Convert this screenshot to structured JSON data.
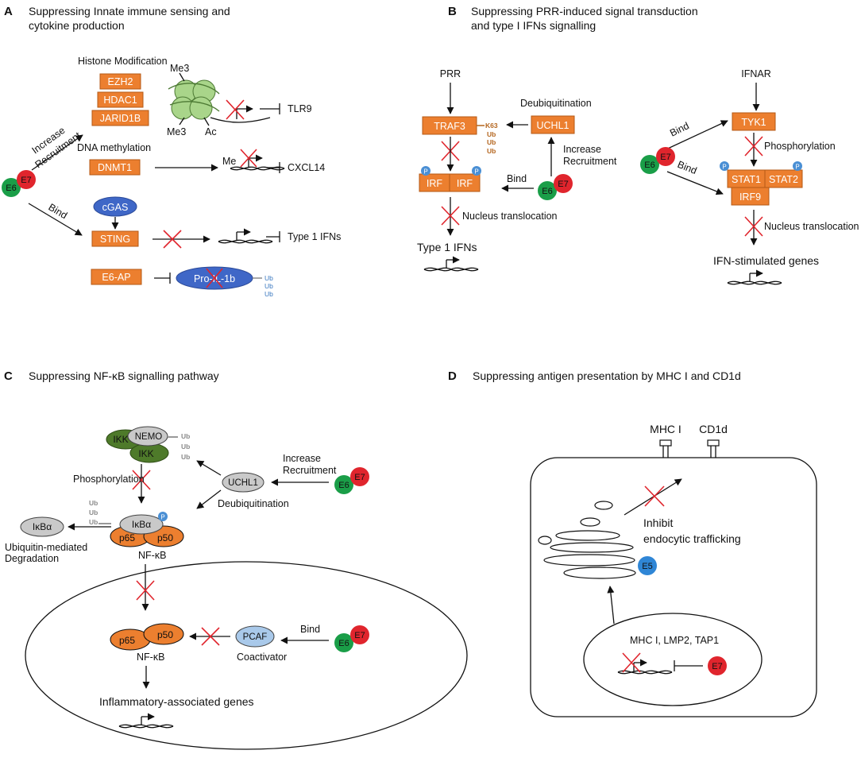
{
  "panels": {
    "a": {
      "letter": "A",
      "title_1": "Suppressing Innate immune sensing and",
      "title_2": "cytokine production",
      "histone_label": "Histone Modification",
      "ezh2": "EZH2",
      "hdac1": "HDAC1",
      "jarid1b": "JARID1B",
      "me3_top": "Me3",
      "me3_bottom": "Me3",
      "ac": "Ac",
      "tlr9": "TLR9",
      "increase": "Increase",
      "recruitment": "Recruitment",
      "dna_methylation": "DNA methylation",
      "dnmt1": "DNMT1",
      "me": "Me",
      "cxcl14": "CXCL14",
      "e6": "E6",
      "e7": "E7",
      "bind": "Bind",
      "cgas": "cGAS",
      "sting": "STING",
      "type1_ifns": "Type 1 IFNs",
      "e6ap": "E6-AP",
      "pro_il1b": "Pro-IL-1b",
      "ub": "Ub"
    },
    "b": {
      "letter": "B",
      "title_1": "Suppressing PRR-induced signal transduction",
      "title_2": "and type I IFNs signalling",
      "prr": "PRR",
      "traf3": "TRAF3",
      "k63": "K63",
      "ub": "Ub",
      "deubiquitination": "Deubiquitination",
      "uchl1": "UCHL1",
      "increase": "Increase",
      "recruitment": "Recruitment",
      "irf": "IRF",
      "p": "P",
      "bind": "Bind",
      "e6": "E6",
      "e7": "E7",
      "nucleus_translocation": "Nucleus translocation",
      "type1_ifns": "Type 1 IFNs",
      "ifnar": "IFNAR",
      "tyk1": "TYK1",
      "phosphorylation": "Phosphorylation",
      "stat1": "STAT1",
      "stat2": "STAT2",
      "irf9": "IRF9",
      "isg": "IFN-stimulated genes"
    },
    "c": {
      "letter": "C",
      "title": "Suppressing NF-κB signalling pathway",
      "nemo": "NEMO",
      "ikk": "IKK",
      "ub": "Ub",
      "increase": "Increase",
      "recruitment": "Recruitment",
      "phosphorylation": "Phosphorylation",
      "uchl1": "UCHL1",
      "deubiquitination": "Deubiquitination",
      "ikba": "IκBα",
      "p": "P",
      "p65": "p65",
      "p50": "p50",
      "nfkb": "NF-κB",
      "ubiquitin_mediated": "Ubiquitin-mediated",
      "degradation": "Degradation",
      "pcaf": "PCAF",
      "coactivator": "Coactivator",
      "bind": "Bind",
      "e6": "E6",
      "e7": "E7",
      "inflammatory": "Inflammatory-associated genes"
    },
    "d": {
      "letter": "D",
      "title": "Suppressing antigen presentation by MHC I and CD1d",
      "mhc1": "MHC I",
      "cd1d": "CD1d",
      "inhibit": "Inhibit",
      "endocytic": "endocytic trafficking",
      "e5": "E5",
      "genes": "MHC I, LMP2, TAP1",
      "e7": "E7"
    }
  },
  "colors": {
    "orange": "#ec7f2f",
    "e6_green": "#1a9e48",
    "e7_red": "#e0252d",
    "e5_blue": "#2f86d6",
    "blue_protein": "#3f67c7",
    "light_blue": "#a9c9ea",
    "dark_green": "#4e7a2a",
    "nucleosome_green": "#a9d58a",
    "grey": "#c9c9c9"
  }
}
